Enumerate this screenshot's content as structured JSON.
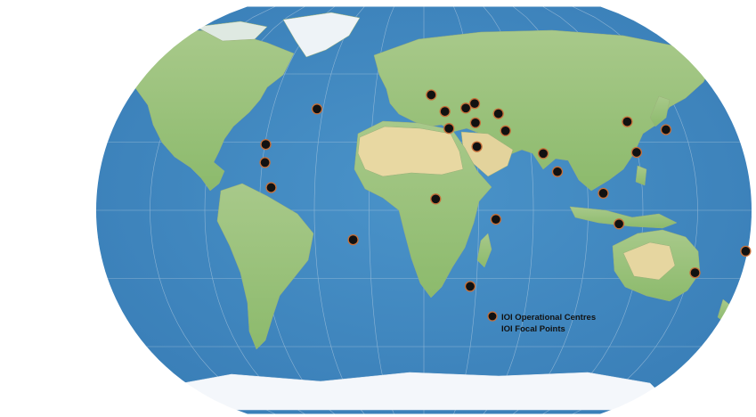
{
  "map": {
    "colors": {
      "ocean": "#3f86bf",
      "ocean_light": "#6fa9d4",
      "land_green": "#8fbf6a",
      "land_desert": "#e6d6a0",
      "ice": "#f4f7fb",
      "marker_fill": "#111111",
      "marker_outline": "#c8703a",
      "graticule": "#c9d9e8"
    },
    "markers": [
      {
        "name": "halifax",
        "lon": -63.6,
        "lat": 44.6
      },
      {
        "name": "gulf-of-mexico",
        "lon": -89.5,
        "lat": 29.0
      },
      {
        "name": "yucatan",
        "lon": -88.5,
        "lat": 21.0
      },
      {
        "name": "costa-rica",
        "lon": -84.0,
        "lat": 10.0
      },
      {
        "name": "brazil-east",
        "lon": -39.0,
        "lat": -13.0
      },
      {
        "name": "belgium",
        "lon": 4.5,
        "lat": 50.8
      },
      {
        "name": "malta",
        "lon": 14.5,
        "lat": 36.0
      },
      {
        "name": "italy",
        "lon": 12.5,
        "lat": 43.5
      },
      {
        "name": "romania",
        "lon": 25.0,
        "lat": 45.0
      },
      {
        "name": "ukraine",
        "lon": 30.5,
        "lat": 47.0
      },
      {
        "name": "turkey",
        "lon": 30.0,
        "lat": 38.5
      },
      {
        "name": "egypt",
        "lon": 30.0,
        "lat": 28.0
      },
      {
        "name": "georgia",
        "lon": 44.0,
        "lat": 42.5
      },
      {
        "name": "iran",
        "lon": 47.0,
        "lat": 35.0
      },
      {
        "name": "pakistan",
        "lon": 67.0,
        "lat": 25.0
      },
      {
        "name": "india",
        "lon": 74.0,
        "lat": 17.0
      },
      {
        "name": "nigeria",
        "lon": 6.5,
        "lat": 5.0
      },
      {
        "name": "kenya",
        "lon": 39.5,
        "lat": -4.0
      },
      {
        "name": "south-africa",
        "lon": 26.5,
        "lat": -33.5
      },
      {
        "name": "thailand",
        "lon": 98.5,
        "lat": 7.5
      },
      {
        "name": "indonesia",
        "lon": 107.0,
        "lat": -6.0
      },
      {
        "name": "china-north",
        "lon": 118.5,
        "lat": 39.0
      },
      {
        "name": "china-south",
        "lon": 119.5,
        "lat": 25.5
      },
      {
        "name": "japan",
        "lon": 139.5,
        "lat": 35.5
      },
      {
        "name": "brisbane",
        "lon": 153.0,
        "lat": -27.5
      },
      {
        "name": "fiji",
        "lon": 178.5,
        "lat": -18.0
      }
    ],
    "legend": {
      "items": [
        {
          "label": "IOI Operational Centres",
          "type": "marker"
        },
        {
          "label": "IOI Focal Points",
          "type": "none"
        }
      ]
    }
  }
}
